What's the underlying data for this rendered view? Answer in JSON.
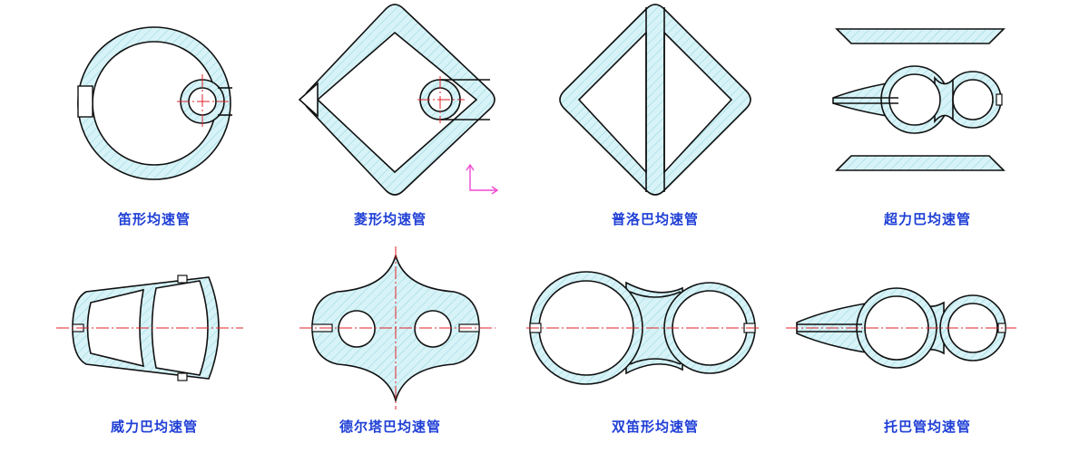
{
  "colors": {
    "hatch_fill": "#d7f3f7",
    "hatch_line": "#8fd5de",
    "outline": "#111111",
    "center_line": "#e0202a",
    "caption": "#1f3fd6",
    "axis_marker": "#f04ad0"
  },
  "captions": {
    "row1": [
      "笛形均速管",
      "菱形均速管",
      "普洛巴均速管",
      "超力巴均速管"
    ],
    "row2": [
      "威力巴均速管",
      "德尔塔巴均速管",
      "双笛形均速管",
      "托巴管均速管"
    ]
  }
}
